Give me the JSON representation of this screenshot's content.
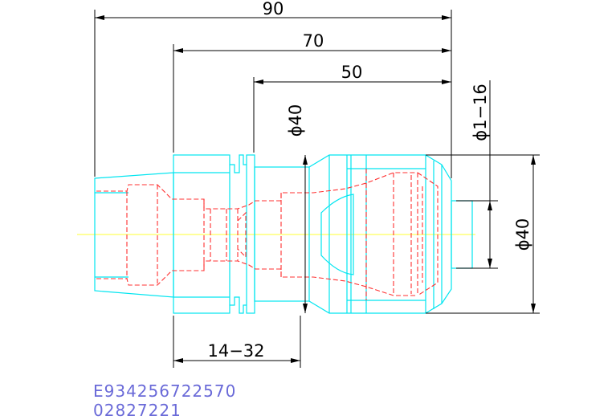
{
  "dimensions": {
    "overall_length": "90",
    "body_length": "70",
    "nut_length": "50",
    "flange_diameter": "ϕ40",
    "collet_range": "ϕ1−16",
    "nut_diameter": "ϕ40",
    "bolt_range": "14−32"
  },
  "part_code": {
    "line1": "E934256722570",
    "line2": "02827221"
  },
  "colors": {
    "outline": "#00e5f0",
    "hidden_lines": "#ff3030",
    "center_line": "#ffff33",
    "dimension": "#000000",
    "code_text": "#6a6ad8"
  }
}
